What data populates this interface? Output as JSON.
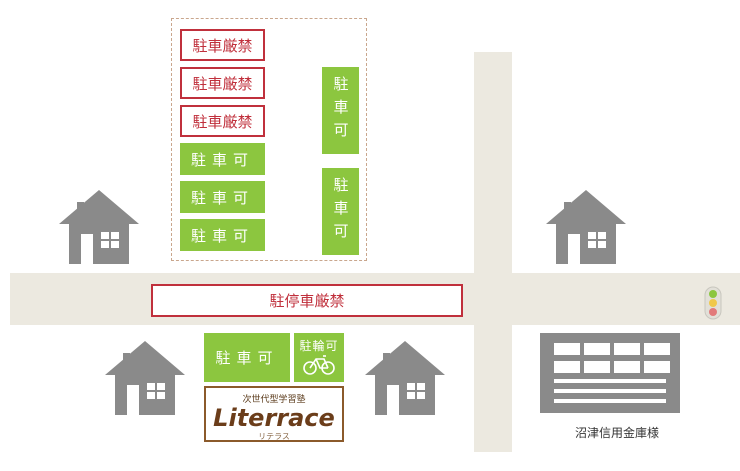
{
  "parking_lot": {
    "no_parking_slots": [
      "駐車厳禁",
      "駐車厳禁",
      "駐車厳禁"
    ],
    "ok_parking_slots": [
      "駐車可",
      "駐車可",
      "駐車可"
    ],
    "vertical_slots": [
      "駐車可",
      "駐車可"
    ]
  },
  "road_banner": "駐停車厳禁",
  "lower_lot": {
    "car_slot": "駐車可",
    "bike_slot": "駐輪可"
  },
  "school": {
    "subtitle": "次世代型学習塾",
    "name": "Literrace",
    "kana": "リテラス"
  },
  "bank": {
    "label": "沼津信用金庫様"
  },
  "colors": {
    "no_parking": "#c0303c",
    "ok_parking": "#8cc63f",
    "road": "#ece9e0",
    "building": "#8a8a8a"
  }
}
